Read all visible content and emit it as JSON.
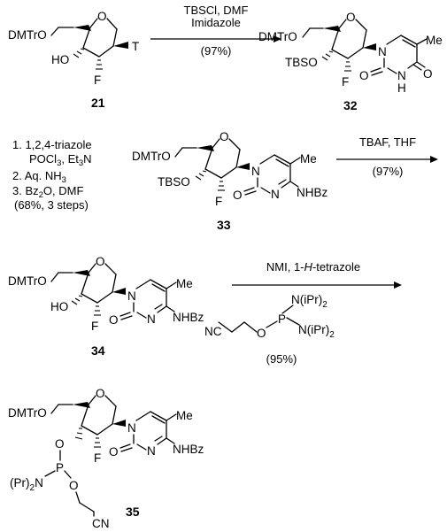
{
  "reactions": [
    {
      "conditions": [
        "TBSCl, DMF",
        "Imidazole",
        "(97%)"
      ]
    },
    {
      "conditions": [
        "1. 1,2,4-triazole",
        "POCl",
        "3",
        ", Et",
        "3",
        "N",
        "2. Aq. NH",
        "3",
        "3. Bz",
        "2",
        "O, DMF",
        "(68%, 3 steps)"
      ]
    },
    {
      "conditions": [
        "TBAF, THF",
        "(97%)"
      ]
    },
    {
      "conditions": [
        "NMI, 1-",
        "H",
        "-tetrazole",
        "(95%)"
      ],
      "reagent": {
        "nc": "NC",
        "o": "O",
        "p": "P",
        "n1": "N(iPr)",
        "n1_sub": "2",
        "n2": "N(iPr)",
        "n2_sub": "2"
      }
    }
  ],
  "compounds": {
    "c21": {
      "number": "21",
      "dmtro": "DMTrO",
      "o_ring": "O",
      "ho": "HO",
      "f": "F",
      "t": "T"
    },
    "c32": {
      "number": "32",
      "dmtro": "DMTrO",
      "o_ring": "O",
      "tbso": "TBSO",
      "f": "F",
      "n1": "N",
      "me": "Me",
      "o2": "O",
      "nh": "N",
      "h": "H",
      "o4": "O"
    },
    "c33": {
      "number": "33",
      "dmtro": "DMTrO",
      "o_ring": "O",
      "tbso": "TBSO",
      "f": "F",
      "n1": "N",
      "me": "Me",
      "o2": "O",
      "n3": "N",
      "nhbz": "NHBz"
    },
    "c34": {
      "number": "34",
      "dmtro": "DMTrO",
      "o_ring": "O",
      "ho": "HO",
      "f": "F",
      "n1": "N",
      "me": "Me",
      "o2": "O",
      "n3": "N",
      "nhbz": "NHBz"
    },
    "c35": {
      "number": "35",
      "dmtro": "DMTrO",
      "o_ring": "O",
      "o3": "O",
      "p": "P",
      "npr": "(Pr)",
      "npr_sub": "2",
      "n": "N",
      "o_cyan": "O",
      "cn": "CN",
      "f": "F",
      "n1": "N",
      "me": "Me",
      "o2": "O",
      "n3": "N",
      "nhbz": "NHBz"
    }
  }
}
